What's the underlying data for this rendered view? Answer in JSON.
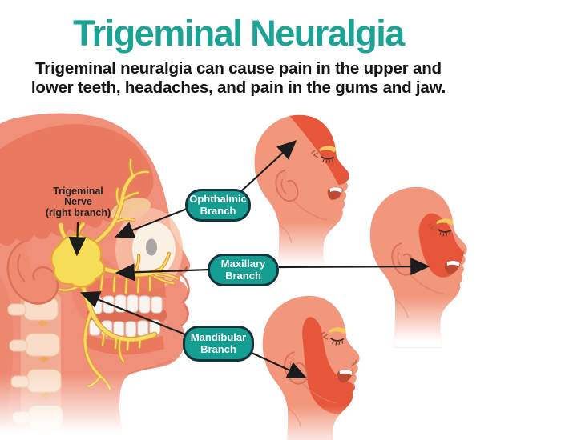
{
  "header": {
    "title": "Trigeminal Neuralgia",
    "subtitle_line1": "Trigeminal neuralgia can cause pain in the upper and",
    "subtitle_line2": "lower teeth, headaches, and pain in the gums and jaw."
  },
  "diagram": {
    "nerve_label": {
      "line1": "Trigeminal",
      "line2": "Nerve",
      "line3": "(right branch)"
    },
    "branches": [
      {
        "id": "ophthalmic",
        "label": "Ophthalmic Branch"
      },
      {
        "id": "maxillary",
        "label": "Maxillary Branch"
      },
      {
        "id": "mandibular",
        "label": "Mandibular Branch"
      }
    ],
    "colors": {
      "accent_teal": "#1BA496",
      "label_fill": "#149E91",
      "label_border": "#15333E",
      "skin": "#F2967C",
      "skin_deep": "#F0907A",
      "brain": "#EA7A5F",
      "pain_red": "#E7563A",
      "nerve_yellow": "#F7DC63",
      "nerve_outline": "#E29A3A",
      "arrow_black": "#1C1C1C"
    }
  }
}
